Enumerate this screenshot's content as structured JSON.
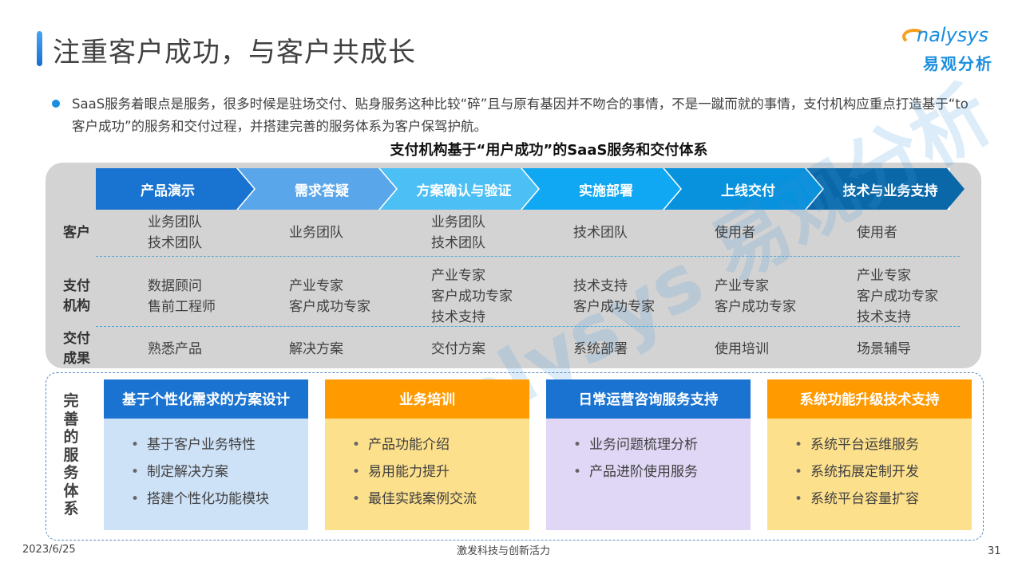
{
  "header": {
    "title": "注重客户成功，与客户共成长",
    "logo": {
      "en": "nalysys",
      "cn": "易观分析"
    }
  },
  "intro": "SaaS服务着眼点是服务，很多时候是驻场交付、贴身服务这种比较“碎”且与原有基因并不吻合的事情，不是一蹴而就的事情，支付机构应重点打造基于“to 客户成功”的服务和交付过程，并搭建完善的服务体系为客户保驾护航。",
  "diagram": {
    "title": "支付机构基于“用户成功”的SaaS服务和交付体系",
    "stages": [
      {
        "label": "产品演示",
        "color": "#1874d0"
      },
      {
        "label": "需求答疑",
        "color": "#5aa6ea"
      },
      {
        "label": "方案确认与验证",
        "color": "#4cbff5"
      },
      {
        "label": "实施部署",
        "color": "#10a8f2"
      },
      {
        "label": "上线交付",
        "color": "#0891dc"
      },
      {
        "label": "技术与业务支持",
        "color": "#0a68a8"
      }
    ],
    "rows": [
      {
        "label": "客户",
        "cells": [
          "业务团队\n技术团队",
          "业务团队",
          "业务团队\n技术团队",
          "技术团队",
          "使用者",
          "使用者"
        ]
      },
      {
        "label": "支付\n机构",
        "cells": [
          "数据顾问\n售前工程师",
          "产业专家\n客户成功专家",
          "产业专家\n客户成功专家\n技术支持",
          "技术支持\n客户成功专家",
          "产业专家\n客户成功专家",
          "产业专家\n客户成功专家\n技术支持"
        ]
      },
      {
        "label": "交付\n成果",
        "cells": [
          "熟悉产品",
          "解决方案",
          "交付方案",
          "系统部署",
          "使用培训",
          "场景辅导"
        ]
      }
    ],
    "watermark": "analysys 易观分析"
  },
  "services": {
    "label": "完善的服务体系",
    "cards": [
      {
        "title": "基于个性化需求的方案设计",
        "header_color": "#1a73d0",
        "body_color": "#cde1f7",
        "items": [
          "基于客户业务特性",
          "制定解决方案",
          "搭建个性化功能模块"
        ]
      },
      {
        "title": "业务培训",
        "header_color": "#ff9a00",
        "body_color": "#fde08c",
        "items": [
          "产品功能介绍",
          "易用能力提升",
          "最佳实践案例交流"
        ]
      },
      {
        "title": "日常运营咨询服务支持",
        "header_color": "#1a73d0",
        "body_color": "#e0d6f5",
        "items": [
          "业务问题梳理分析",
          "产品进阶使用服务"
        ]
      },
      {
        "title": "系统功能升级技术支持",
        "header_color": "#ff9a00",
        "body_color": "#fde08c",
        "items": [
          "系统平台运维服务",
          "系统拓展定制开发",
          "系统平台容量扩容"
        ]
      }
    ]
  },
  "footer": {
    "date": "2023/6/25",
    "slogan": "激发科技与创新活力",
    "page": "31"
  }
}
